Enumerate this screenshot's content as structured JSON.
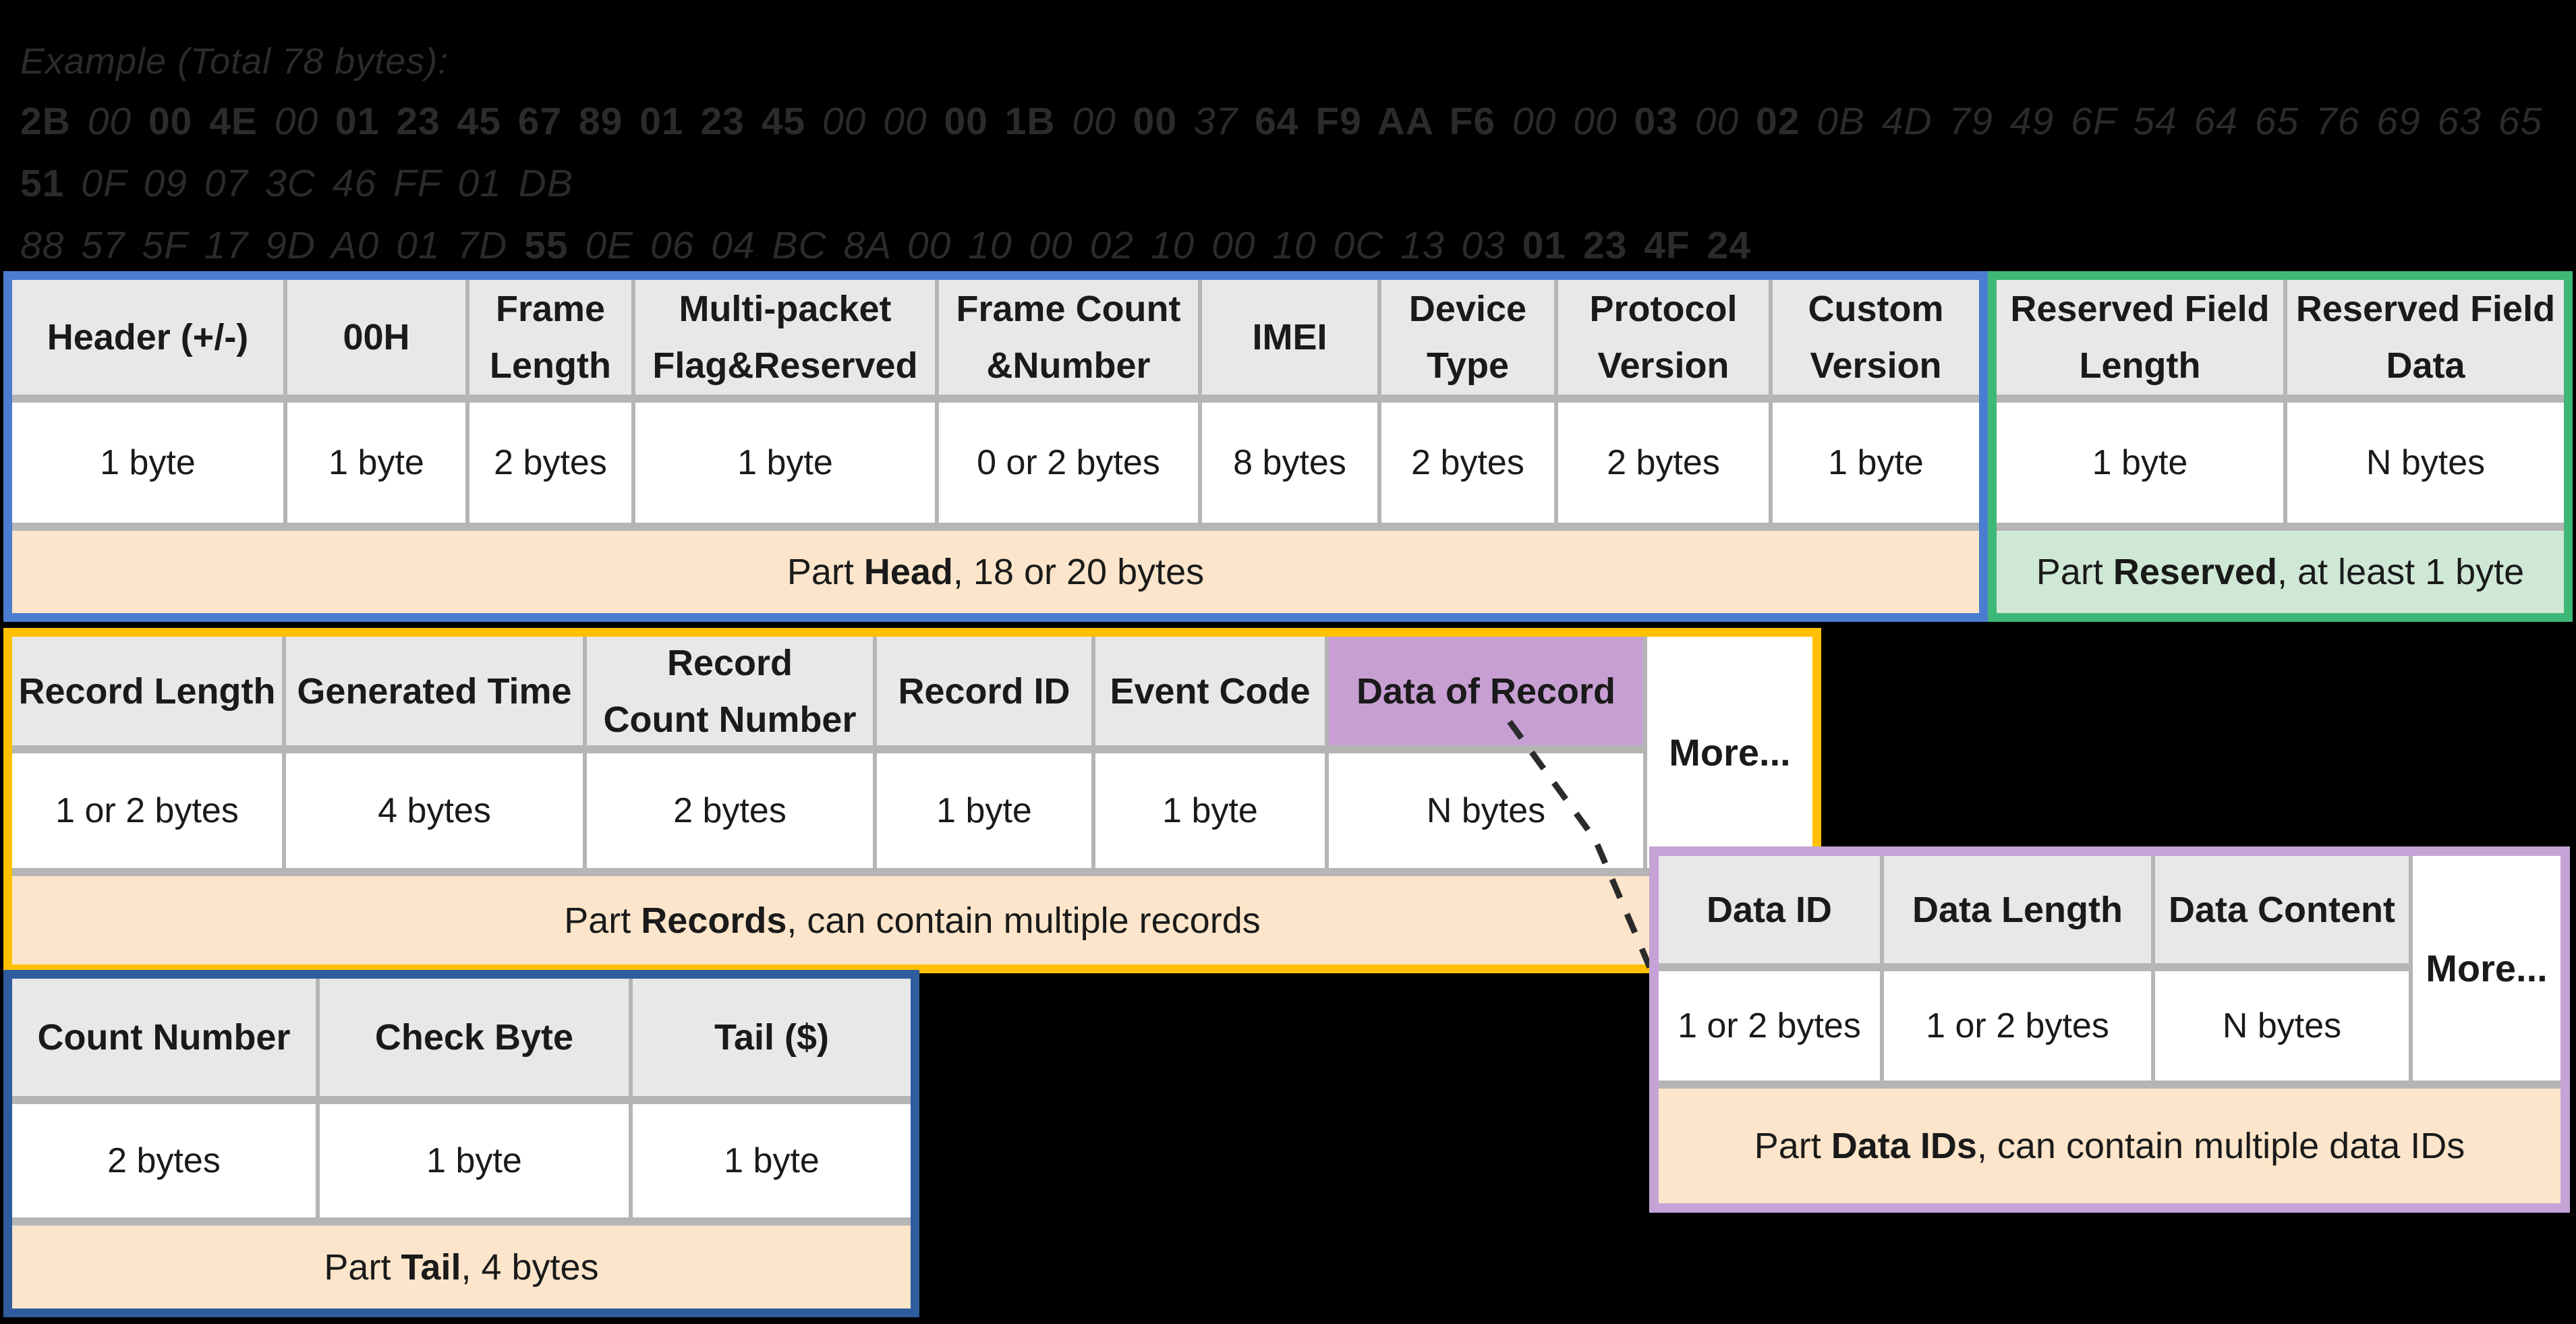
{
  "example": {
    "title": "Example (Total 78 bytes):",
    "hex_segments": [
      {
        "style": "bold",
        "text": "2B"
      },
      {
        "style": "italic",
        "text": "00"
      },
      {
        "style": "bold",
        "text": "00 4E"
      },
      {
        "style": "italic",
        "text": "00"
      },
      {
        "style": "bold",
        "text": "01 23 45 67 89 01 23 45"
      },
      {
        "style": "italic",
        "text": "00 00"
      },
      {
        "style": "bold",
        "text": "00 1B"
      },
      {
        "style": "italic",
        "text": "00"
      },
      {
        "style": "bold",
        "text": "00"
      },
      {
        "style": "italic",
        "text": "37"
      },
      {
        "style": "bold",
        "text": "64 F9 AA F6"
      },
      {
        "style": "italic",
        "text": "00 00"
      },
      {
        "style": "bold",
        "text": "03"
      },
      {
        "style": "italic",
        "text": "00"
      },
      {
        "style": "bold",
        "text": "02"
      },
      {
        "style": "italic",
        "text": "0B 4D 79 49 6F 54 64 65 76 69 63 65"
      },
      {
        "style": "bold",
        "text": "51"
      },
      {
        "style": "italic",
        "text": "0F 09 07 3C 46 FF 01 DB"
      },
      {
        "style": "break",
        "text": ""
      },
      {
        "style": "italic",
        "text": "88 57 5F 17 9D A0 01 7D"
      },
      {
        "style": "bold",
        "text": "55"
      },
      {
        "style": "italic",
        "text": "0E 06 04 BC 8A 00 10 00 02 10 00 10 0C 13 03"
      },
      {
        "style": "bold",
        "text": "01 23 4F 24"
      }
    ]
  },
  "tables": {
    "head": {
      "columns": [
        {
          "label": "Header (+/-)",
          "bytes": "1 byte"
        },
        {
          "label": "00H",
          "bytes": "1 byte"
        },
        {
          "label": "Frame\nLength",
          "bytes": "2 bytes"
        },
        {
          "label": "Multi-packet\nFlag&Reserved",
          "bytes": "1 byte"
        },
        {
          "label": "Frame Count\n&Number",
          "bytes": "0 or 2 bytes"
        },
        {
          "label": "IMEI",
          "bytes": "8 bytes"
        },
        {
          "label": "Device\nType",
          "bytes": "2 bytes"
        },
        {
          "label": "Protocol\nVersion",
          "bytes": "2 bytes"
        },
        {
          "label": "Custom\nVersion",
          "bytes": "1 byte"
        }
      ],
      "footer": {
        "pre": "Part ",
        "bold": "Head",
        "post": ", 18 or 20 bytes"
      }
    },
    "reserved": {
      "columns": [
        {
          "label": "Reserved Field\nLength",
          "bytes": "1 byte"
        },
        {
          "label": "Reserved Field\nData",
          "bytes": "N bytes"
        }
      ],
      "footer": {
        "pre": "Part ",
        "bold": "Reserved",
        "post": ", at least 1 byte"
      }
    },
    "records": {
      "columns": [
        {
          "label": "Record Length",
          "bytes": "1 or 2 bytes"
        },
        {
          "label": "Generated Time",
          "bytes": "4 bytes"
        },
        {
          "label": "Record\nCount Number",
          "bytes": "2 bytes"
        },
        {
          "label": "Record ID",
          "bytes": "1 byte"
        },
        {
          "label": "Event Code",
          "bytes": "1 byte"
        },
        {
          "label": "Data of Record",
          "bytes": "N bytes",
          "highlight": true
        }
      ],
      "more_label": "More...",
      "footer": {
        "pre": "Part ",
        "bold": "Records",
        "post": ", can contain multiple records"
      }
    },
    "tail": {
      "columns": [
        {
          "label": "Count Number",
          "bytes": "2 bytes"
        },
        {
          "label": "Check Byte",
          "bytes": "1 byte"
        },
        {
          "label": "Tail ($)",
          "bytes": "1 byte"
        }
      ],
      "footer": {
        "pre": "Part ",
        "bold": "Tail",
        "post": ", 4 bytes"
      }
    },
    "data_ids": {
      "columns": [
        {
          "label": "Data ID",
          "bytes": "1 or 2 bytes"
        },
        {
          "label": "Data Length",
          "bytes": "1 or 2 bytes"
        },
        {
          "label": "Data Content",
          "bytes": "N bytes"
        }
      ],
      "more_label": "More...",
      "footer": {
        "pre": "Part ",
        "bold": "Data IDs",
        "post": ", can contain multiple data IDs"
      }
    }
  },
  "colors": {
    "background": "#000000",
    "hex_text": "#2b2b2b",
    "table_text": "#1a1a1a",
    "head_border": "#4a7dd0",
    "reserved_border": "#3eb877",
    "records_border": "#ffc000",
    "tail_border": "#2e5c9e",
    "data_ids_border": "#c5a3d6",
    "header_cell_bg": "#e9e8e8",
    "cell_bg": "#ffffff",
    "gridline": "#b5b5b5",
    "part_footer_bg": "#fce5ca",
    "reserved_footer_bg": "#cfe8d5",
    "highlight_cell_bg": "#c79fd3",
    "dashed_line": "#2b2b2b"
  }
}
